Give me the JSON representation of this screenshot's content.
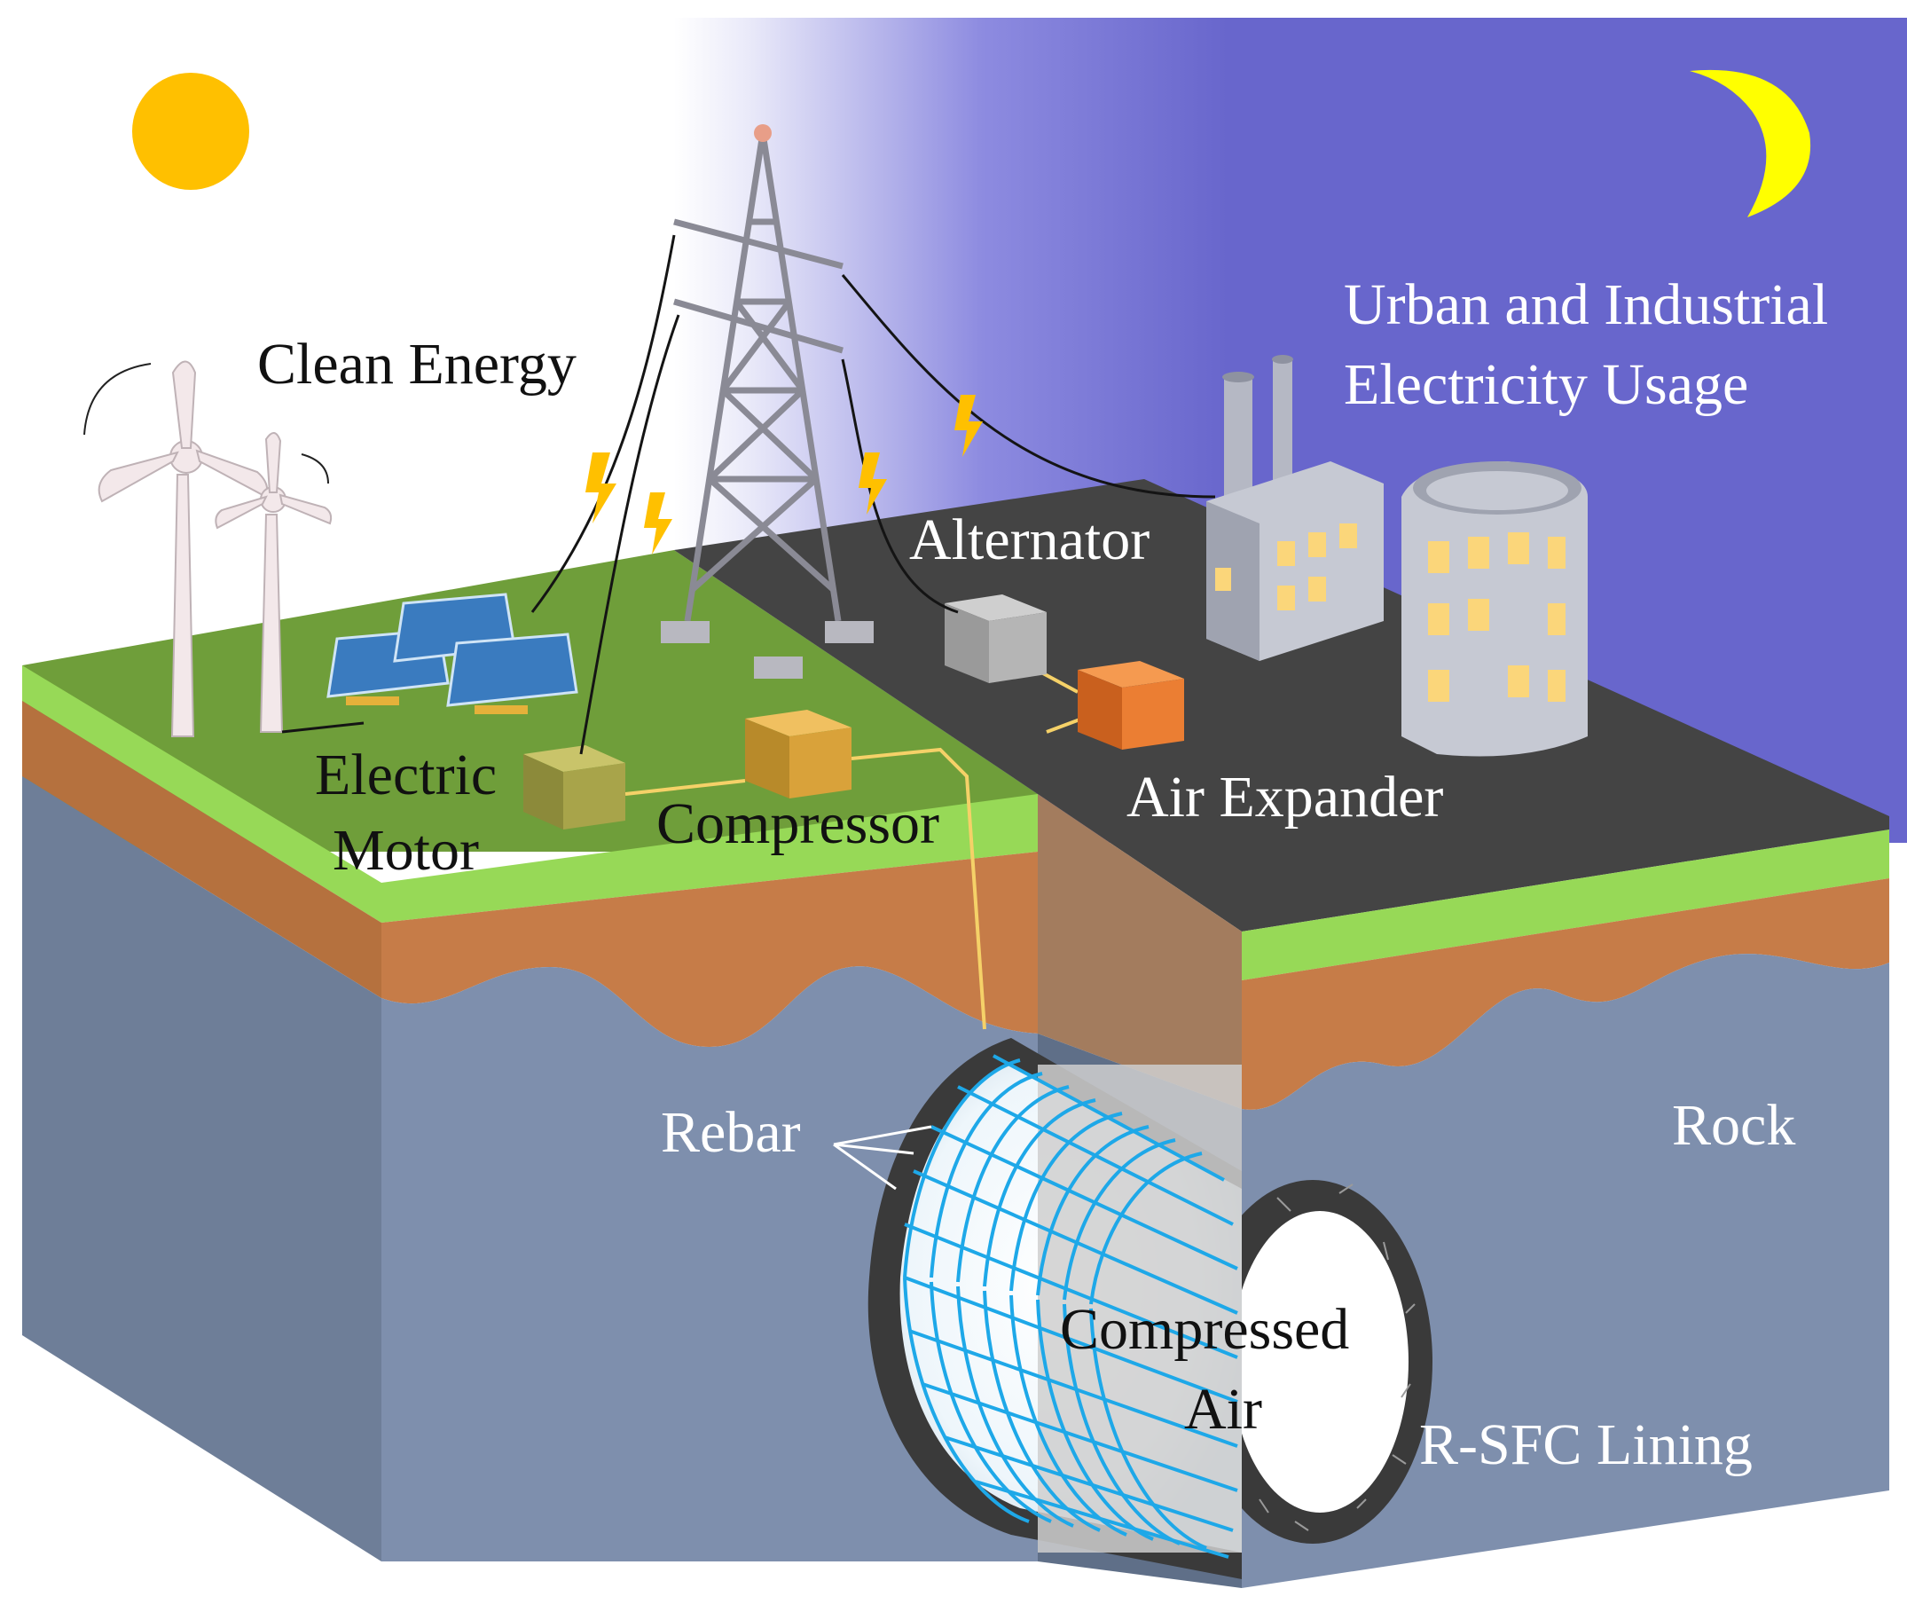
{
  "labels": {
    "clean_energy": "Clean Energy",
    "urban_line1": "Urban and Industrial",
    "urban_line2": "Electricity Usage",
    "alternator": "Alternator",
    "electric_line1": "Electric",
    "electric_line2": "Motor",
    "compressor": "Compressor",
    "air_expander": "Air Expander",
    "rebar": "Rebar",
    "rock": "Rock",
    "compressed_line1": "Compressed",
    "compressed_line2": "Air",
    "lining": "R-SFC Lining"
  },
  "colors": {
    "night_sky": "#6866CC",
    "sun": "#FFC000",
    "moon": "#FFFF00",
    "grass": "#6F9E3A",
    "grass_edge": "#97D957",
    "soil": "#C67C48",
    "rock": "#7E8FAD",
    "rock_dark": "#6E7E98",
    "night_ground": "#444444",
    "rebar": "#1EA8E8",
    "pipe": "#F5D168",
    "lining": "#3A3A3A"
  }
}
